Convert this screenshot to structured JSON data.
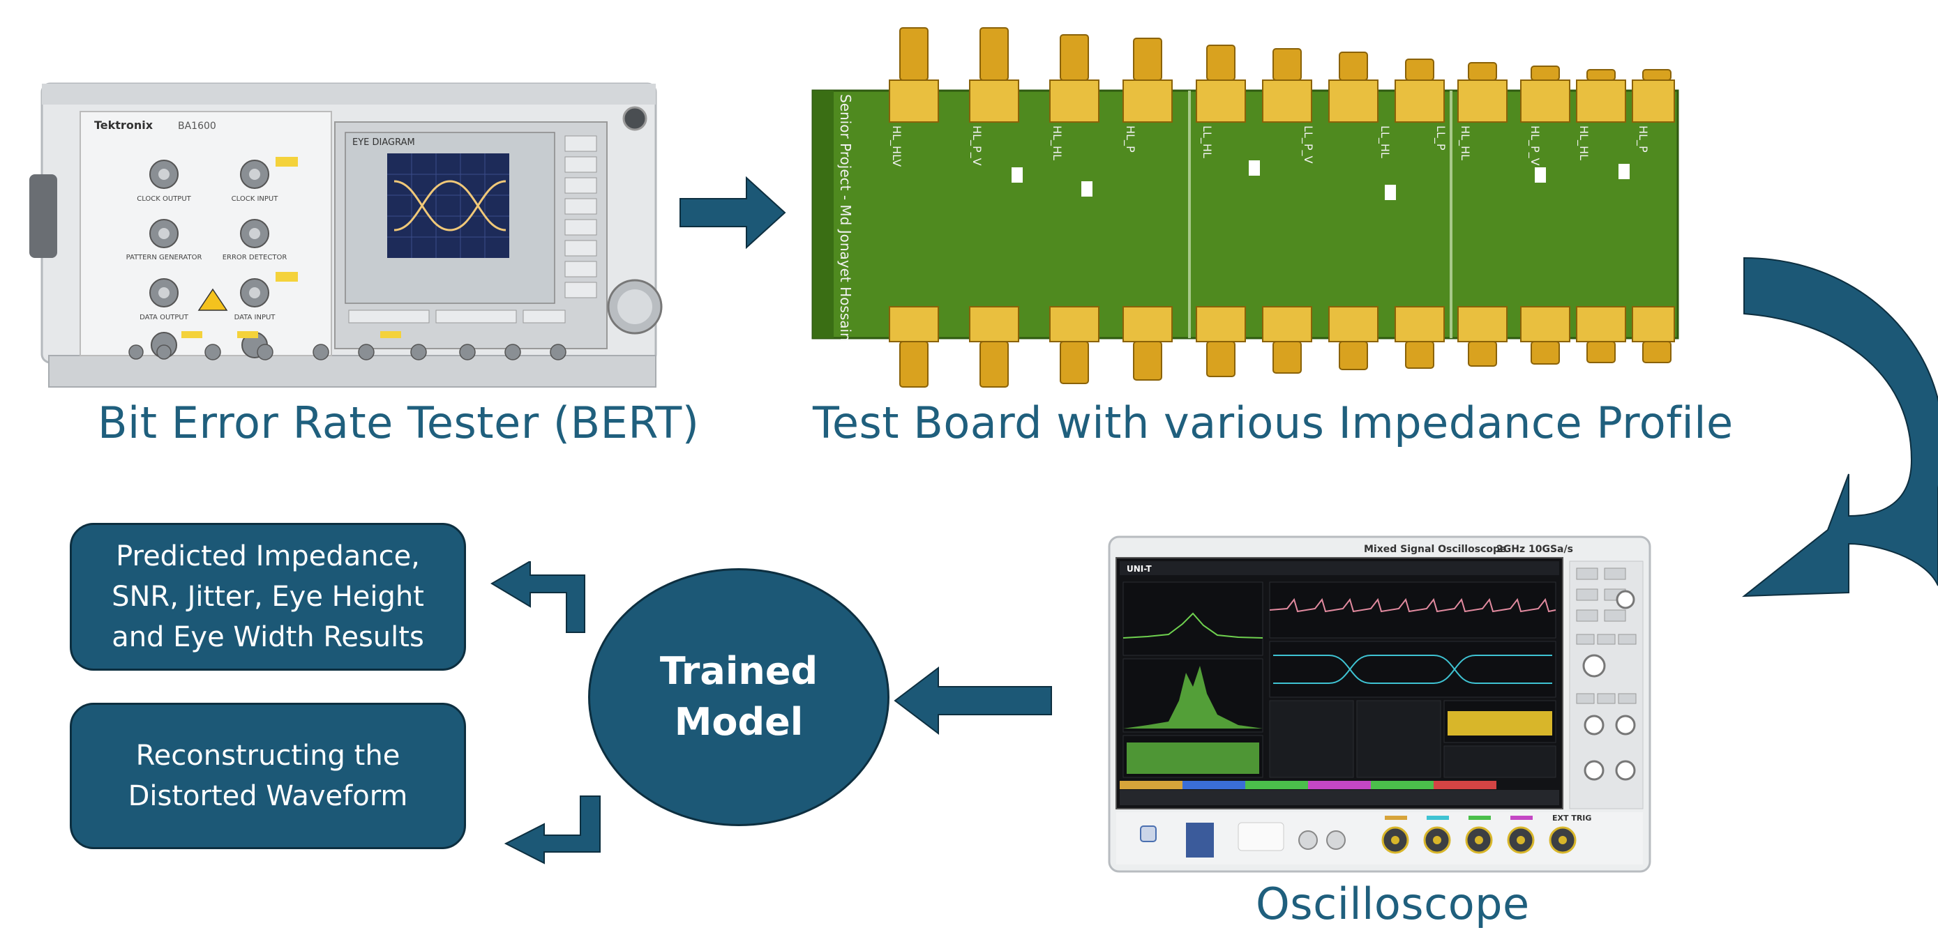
{
  "captions": {
    "bert": "Bit Error Rate Tester (BERT)",
    "board": "Test Board with various Impedance Profile",
    "scope": "Oscilloscope"
  },
  "results": {
    "predicted": [
      "Predicted Impedance,",
      "SNR, Jitter, Eye Height",
      "and Eye Width Results"
    ],
    "reconstruct": [
      "Reconstructing the",
      "Distorted Waveform"
    ]
  },
  "model": {
    "line1": "Trained",
    "line2": "Model"
  },
  "bert_device": {
    "brand": "Tektronix",
    "model": "BA1600",
    "screen_title": "EYE DIAGRAM",
    "labels": [
      "CLOCK OUTPUT",
      "CLOCK INPUT",
      "PATTERN GENERATOR",
      "ERROR DETECTOR",
      "DATA OUTPUT",
      "DATA INPUT"
    ]
  },
  "board": {
    "side_text": "Senior Project - Md Jonayet Hossain",
    "trace_labels": [
      "HL_HLV",
      "HL_P_V",
      "HL_HL",
      "HL_P",
      "LL_HL",
      "LL_P_V",
      "LL_HL",
      "LL_P",
      "HL_HL",
      "HL_P_V",
      "HL_HL",
      "HL_P"
    ]
  },
  "scope_device": {
    "title": "Mixed Signal Oscilloscope",
    "spec": "2GHz  10GSa/s",
    "brand": "UNI-T",
    "ext_label": "EXT TRIG"
  },
  "colors": {
    "accent": "#1c5876",
    "caption": "#1f5f7d",
    "pcb_green": "#4f8a1f",
    "connector_gold": "#d9a21f"
  }
}
